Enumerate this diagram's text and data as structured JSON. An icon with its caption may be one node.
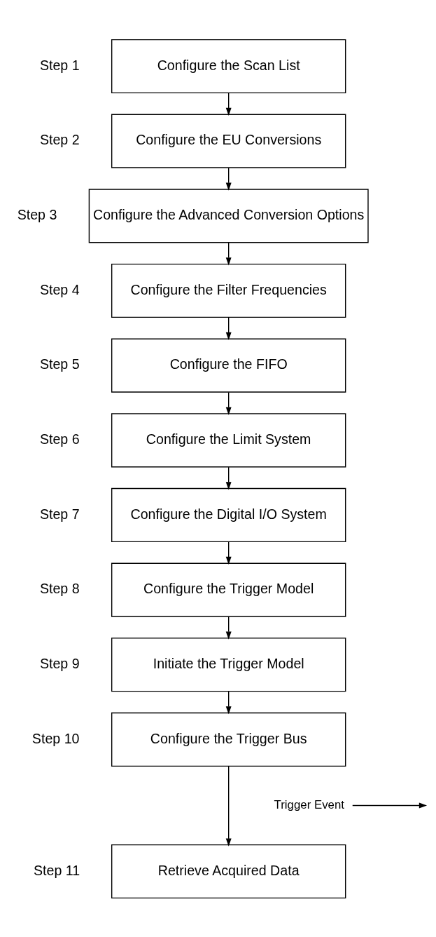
{
  "diagram": {
    "nodes": [
      {
        "text": [
          "Configure the Scan List"
        ],
        "beside": [
          "Step 1"
        ]
      },
      {
        "text": [
          "Configure the EU Conversions"
        ],
        "beside": [
          "Step 2"
        ]
      },
      {
        "text": [
          "Configure the Advanced Conversion Options"
        ],
        "beside": [
          "Step 3"
        ]
      },
      {
        "text": [
          "Configure the Filter Frequencies"
        ],
        "beside": [
          "Step 4"
        ]
      },
      {
        "text": [
          "Configure the FIFO"
        ],
        "beside": [
          "Step 5"
        ]
      },
      {
        "text": [
          "Configure the Limit System"
        ],
        "beside": [
          "Step 6"
        ]
      },
      {
        "text": [
          "Configure the Digital I/O System"
        ],
        "beside": [
          "Step 7"
        ]
      },
      {
        "text": [
          "Configure the Trigger Model"
        ],
        "beside": [
          "Step 8"
        ]
      },
      {
        "text": [
          "Initiate the Trigger Model"
        ],
        "beside": [
          "Step 9"
        ]
      },
      {
        "text": [
          "Configure the Trigger Bus"
        ],
        "beside": [
          "Step 10"
        ]
      },
      {
        "text": [
          "Retrieve Acquired Data"
        ],
        "beside": [
          "Step 11"
        ]
      },
      {
        "text": [
          "Trigger Event"
        ]
      }
    ],
    "edges": [
      {
        "from": 0,
        "to": 1,
        "arrow": "to"
      },
      {
        "from": 1,
        "to": 2,
        "arrow": "to"
      },
      {
        "from": 2,
        "to": 3,
        "arrow": "to"
      },
      {
        "from": 3,
        "to": 4,
        "arrow": "to"
      },
      {
        "from": 4,
        "to": 5,
        "arrow": "to"
      },
      {
        "from": 5,
        "to": 6,
        "arrow": "to"
      },
      {
        "from": 6,
        "to": 7,
        "arrow": "to"
      },
      {
        "from": 7,
        "to": 8,
        "arrow": "to"
      },
      {
        "from": 8,
        "to": 9,
        "arrow": "to"
      },
      {
        "from": 9,
        "to": 10,
        "arrow": "to"
      },
      {
        "from": 11,
        "to": null,
        "arrow": "to"
      }
    ]
  }
}
